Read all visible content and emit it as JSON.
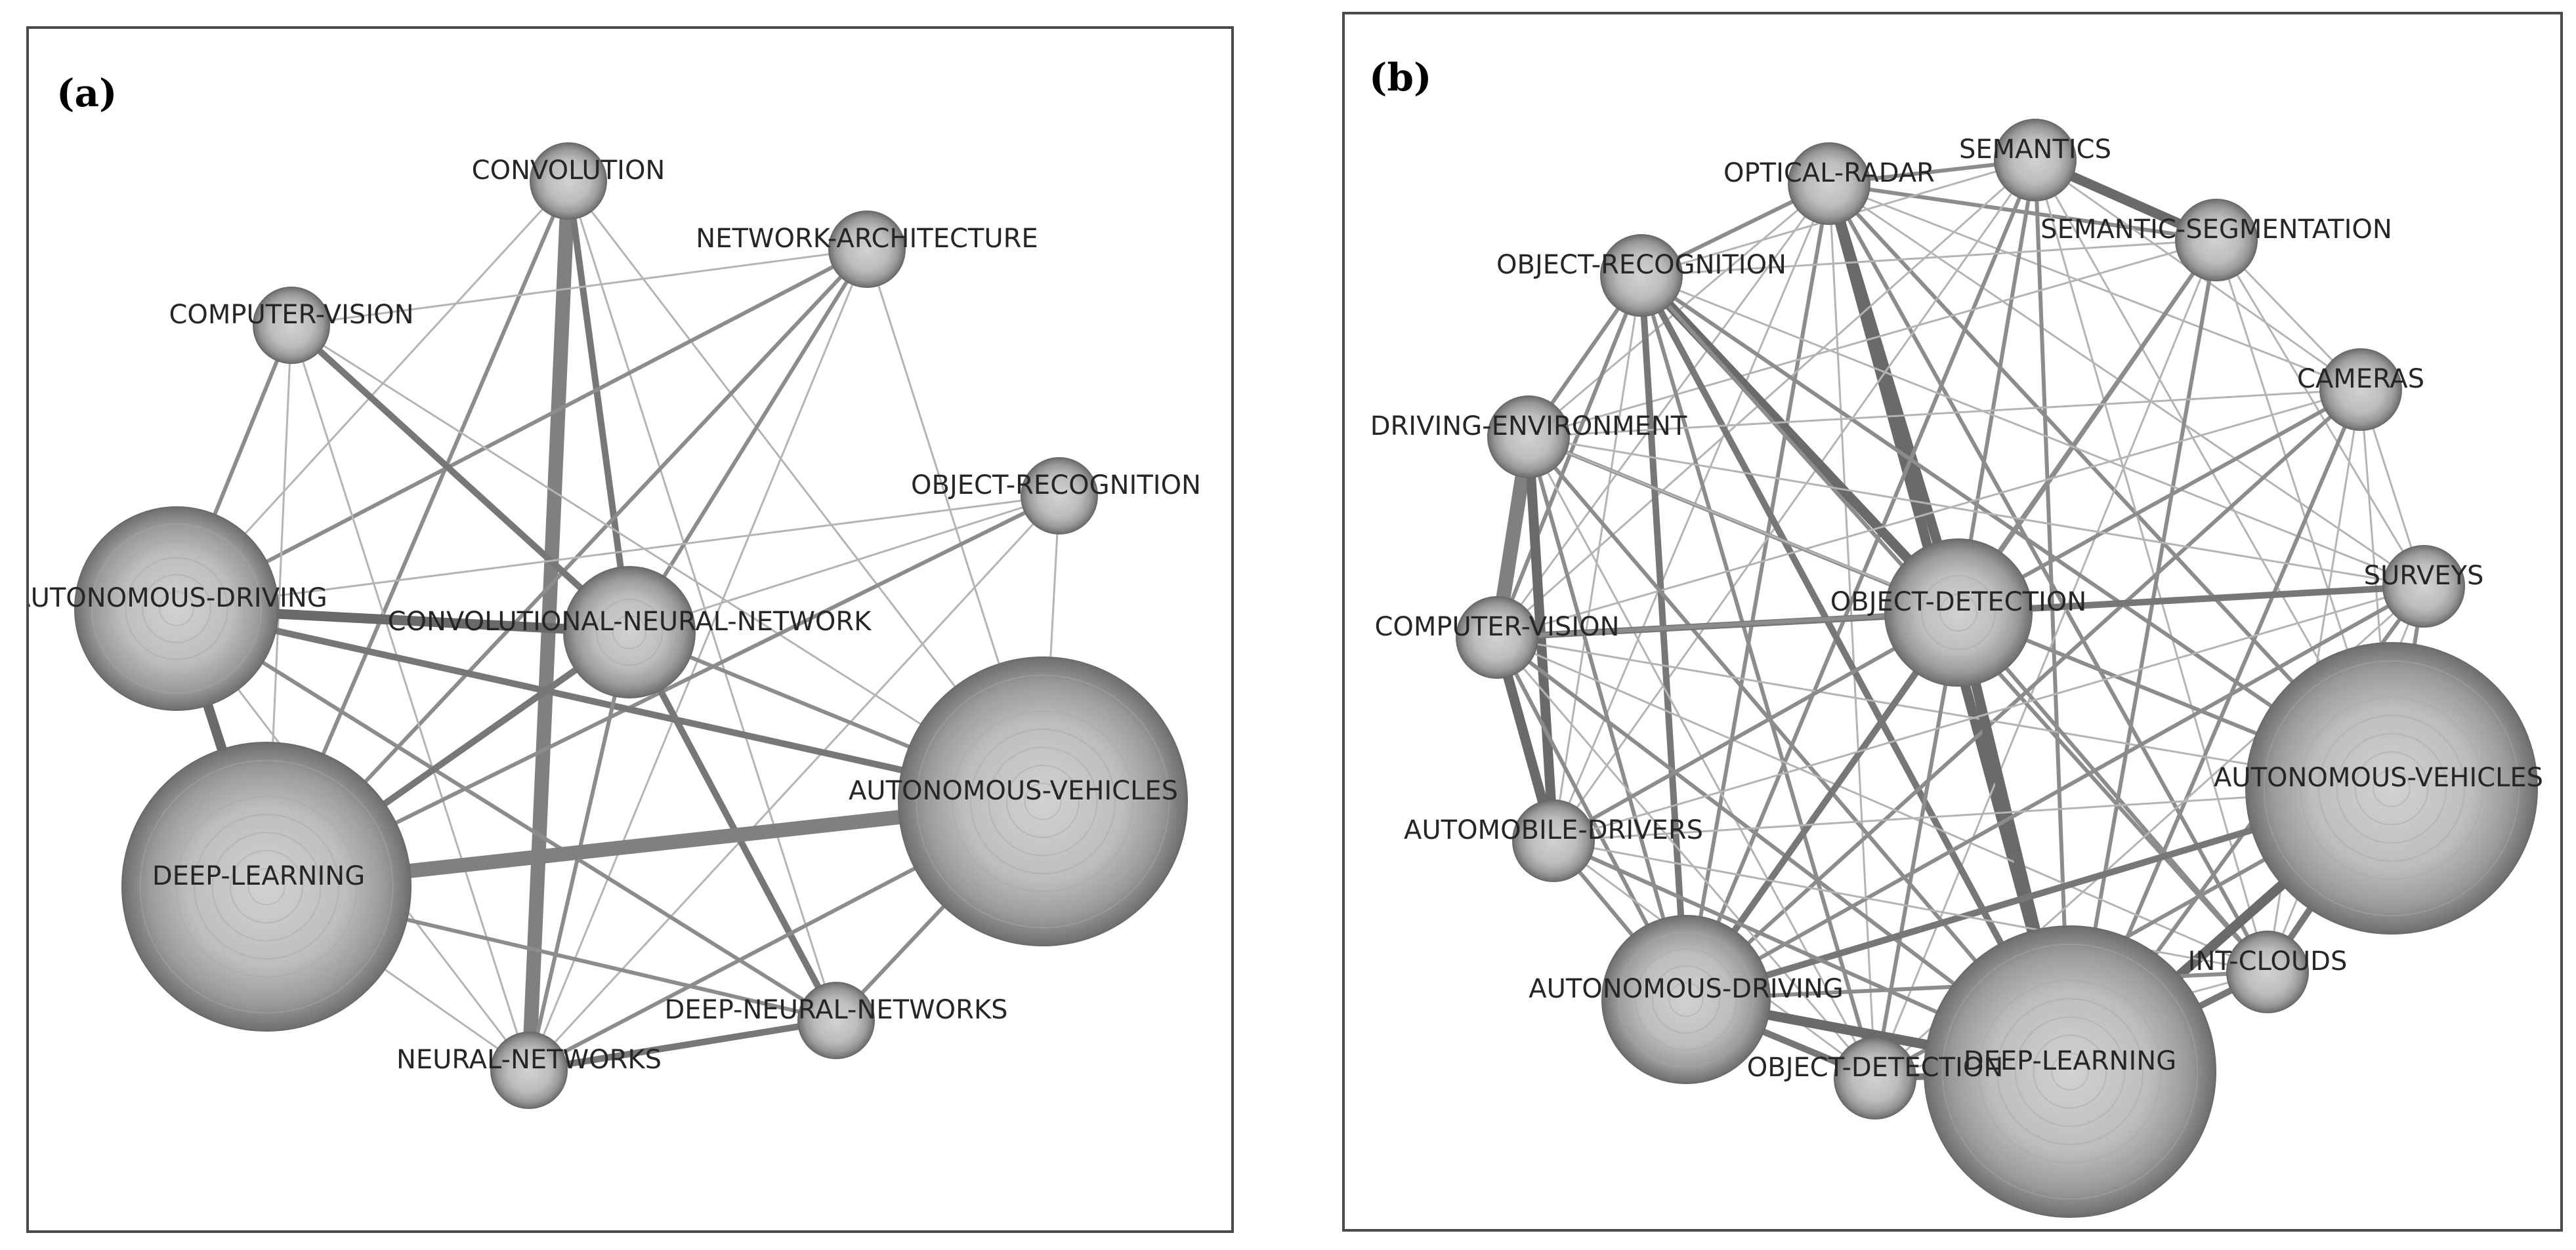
{
  "panels": [
    {
      "id": "a",
      "label": "(a)",
      "nodes": [
        {
          "key": "conv",
          "name": "CONVOLUTION",
          "weight": 1
        },
        {
          "key": "netarch",
          "name": "NETWORK-ARCHITECTURE",
          "weight": 1
        },
        {
          "key": "cv",
          "name": "COMPUTER-VISION",
          "weight": 1
        },
        {
          "key": "objrec",
          "name": "OBJECT-RECOGNITION",
          "weight": 1
        },
        {
          "key": "ad",
          "name": "AUTONOMOUS-DRIVING",
          "weight": 3
        },
        {
          "key": "cnn",
          "name": "CONVOLUTIONAL-NEURAL-NETWORK",
          "weight": 2
        },
        {
          "key": "av",
          "name": "AUTONOMOUS-VEHICLES",
          "weight": 5
        },
        {
          "key": "dl",
          "name": "DEEP-LEARNING",
          "weight": 5
        },
        {
          "key": "dnn",
          "name": "DEEP-NEURAL-NETWORKS",
          "weight": 1
        },
        {
          "key": "nn",
          "name": "NEURAL-NETWORKS",
          "weight": 1
        }
      ],
      "edges": [
        [
          "conv",
          "nn",
          5
        ],
        [
          "conv",
          "cnn",
          3
        ],
        [
          "conv",
          "dl",
          2
        ],
        [
          "conv",
          "ad",
          1
        ],
        [
          "conv",
          "av",
          1
        ],
        [
          "conv",
          "dnn",
          1
        ],
        [
          "netarch",
          "ad",
          2
        ],
        [
          "netarch",
          "dl",
          2
        ],
        [
          "netarch",
          "cnn",
          2
        ],
        [
          "netarch",
          "av",
          1
        ],
        [
          "netarch",
          "nn",
          1
        ],
        [
          "cv",
          "ad",
          2
        ],
        [
          "cv",
          "cnn",
          3
        ],
        [
          "cv",
          "dl",
          1
        ],
        [
          "cv",
          "av",
          1
        ],
        [
          "cv",
          "nn",
          1
        ],
        [
          "cv",
          "netarch",
          1
        ],
        [
          "objrec",
          "ad",
          1
        ],
        [
          "objrec",
          "av",
          1
        ],
        [
          "objrec",
          "dl",
          2
        ],
        [
          "objrec",
          "cnn",
          1
        ],
        [
          "objrec",
          "nn",
          1
        ],
        [
          "ad",
          "dl",
          4
        ],
        [
          "ad",
          "cnn",
          4
        ],
        [
          "ad",
          "av",
          3
        ],
        [
          "ad",
          "dnn",
          2
        ],
        [
          "ad",
          "nn",
          1
        ],
        [
          "cnn",
          "dl",
          3
        ],
        [
          "cnn",
          "dnn",
          3
        ],
        [
          "cnn",
          "nn",
          2
        ],
        [
          "cnn",
          "av",
          2
        ],
        [
          "dl",
          "av",
          5
        ],
        [
          "dl",
          "dnn",
          2
        ],
        [
          "dl",
          "nn",
          1
        ],
        [
          "av",
          "nn",
          2
        ],
        [
          "av",
          "dnn",
          2
        ],
        [
          "dnn",
          "nn",
          3
        ]
      ]
    },
    {
      "id": "b",
      "label": "(b)",
      "nodes": [
        {
          "key": "optical",
          "name": "OPTICAL-RADAR",
          "weight": 1
        },
        {
          "key": "sem",
          "name": "SEMANTICS",
          "weight": 1
        },
        {
          "key": "semseg",
          "name": "SEMANTIC-SEGMENTATION",
          "weight": 1
        },
        {
          "key": "objrec",
          "name": "OBJECT-RECOGNITION",
          "weight": 1
        },
        {
          "key": "cameras",
          "name": "CAMERAS",
          "weight": 1
        },
        {
          "key": "drivenv",
          "name": "DRIVING-ENVIRONMENT",
          "weight": 1
        },
        {
          "key": "cv",
          "name": "COMPUTER-VISION",
          "weight": 1
        },
        {
          "key": "objdet1",
          "name": "OBJECT-DETECTION",
          "weight": 2
        },
        {
          "key": "surveys",
          "name": "SURVEYS",
          "weight": 1
        },
        {
          "key": "av",
          "name": "AUTONOMOUS-VEHICLES",
          "weight": 5
        },
        {
          "key": "autodrv",
          "name": "AUTOMOBILE-DRIVERS",
          "weight": 1
        },
        {
          "key": "pc",
          "name": "INT-CLOUDS",
          "weight": 1
        },
        {
          "key": "ad",
          "name": "AUTONOMOUS-DRIVING",
          "weight": 3
        },
        {
          "key": "objdet2",
          "name": "OBJECT-DETECTION",
          "weight": 1
        },
        {
          "key": "dl",
          "name": "DEEP-LEARNING",
          "weight": 5
        }
      ],
      "edges": [
        [
          "optical",
          "objdet1",
          4
        ],
        [
          "optical",
          "dl",
          4
        ],
        [
          "optical",
          "ad",
          2
        ],
        [
          "optical",
          "av",
          2
        ],
        [
          "optical",
          "objrec",
          2
        ],
        [
          "optical",
          "sem",
          2
        ],
        [
          "optical",
          "semseg",
          2
        ],
        [
          "optical",
          "cameras",
          1
        ],
        [
          "optical",
          "cv",
          1
        ],
        [
          "optical",
          "pc",
          2
        ],
        [
          "optical",
          "objdet2",
          1
        ],
        [
          "optical",
          "drivenv",
          1
        ],
        [
          "optical",
          "autodrv",
          1
        ],
        [
          "optical",
          "surveys",
          1
        ],
        [
          "sem",
          "semseg",
          4
        ],
        [
          "sem",
          "objdet1",
          2
        ],
        [
          "sem",
          "dl",
          2
        ],
        [
          "sem",
          "ad",
          2
        ],
        [
          "sem",
          "av",
          1
        ],
        [
          "sem",
          "objrec",
          1
        ],
        [
          "sem",
          "cv",
          1
        ],
        [
          "sem",
          "autodrv",
          1
        ],
        [
          "sem",
          "pc",
          1
        ],
        [
          "sem",
          "cameras",
          1
        ],
        [
          "semseg",
          "objdet1",
          2
        ],
        [
          "semseg",
          "dl",
          2
        ],
        [
          "semseg",
          "ad",
          2
        ],
        [
          "semseg",
          "av",
          1
        ],
        [
          "semseg",
          "cameras",
          1
        ],
        [
          "semseg",
          "objrec",
          1
        ],
        [
          "semseg",
          "drivenv",
          1
        ],
        [
          "semseg",
          "objdet2",
          1
        ],
        [
          "semseg",
          "surveys",
          1
        ],
        [
          "objrec",
          "objdet1",
          4
        ],
        [
          "objrec",
          "dl",
          3
        ],
        [
          "objrec",
          "ad",
          3
        ],
        [
          "objrec",
          "av",
          2
        ],
        [
          "objrec",
          "drivenv",
          2
        ],
        [
          "objrec",
          "cv",
          2
        ],
        [
          "objrec",
          "autodrv",
          1
        ],
        [
          "objrec",
          "objdet2",
          2
        ],
        [
          "objrec",
          "pc",
          2
        ],
        [
          "objrec",
          "surveys",
          1
        ],
        [
          "cameras",
          "objdet1",
          2
        ],
        [
          "cameras",
          "dl",
          2
        ],
        [
          "cameras",
          "ad",
          2
        ],
        [
          "cameras",
          "av",
          1
        ],
        [
          "cameras",
          "cv",
          1
        ],
        [
          "cameras",
          "surveys",
          1
        ],
        [
          "cameras",
          "pc",
          1
        ],
        [
          "cameras",
          "drivenv",
          1
        ],
        [
          "drivenv",
          "cv",
          5
        ],
        [
          "drivenv",
          "autodrv",
          4
        ],
        [
          "drivenv",
          "objdet1",
          2
        ],
        [
          "drivenv",
          "ad",
          2
        ],
        [
          "drivenv",
          "dl",
          2
        ],
        [
          "drivenv",
          "av",
          1
        ],
        [
          "drivenv",
          "objdet2",
          1
        ],
        [
          "drivenv",
          "surveys",
          1
        ],
        [
          "cv",
          "objdet1",
          3
        ],
        [
          "cv",
          "autodrv",
          4
        ],
        [
          "cv",
          "ad",
          2
        ],
        [
          "cv",
          "dl",
          2
        ],
        [
          "cv",
          "av",
          1
        ],
        [
          "cv",
          "objdet2",
          1
        ],
        [
          "cv",
          "surveys",
          2
        ],
        [
          "cv",
          "pc",
          1
        ],
        [
          "objdet1",
          "dl",
          4
        ],
        [
          "objdet1",
          "ad",
          3
        ],
        [
          "objdet1",
          "av",
          2
        ],
        [
          "objdet1",
          "surveys",
          3
        ],
        [
          "objdet1",
          "pc",
          2
        ],
        [
          "objdet1",
          "objdet2",
          2
        ],
        [
          "objdet1",
          "autodrv",
          2
        ],
        [
          "surveys",
          "av",
          2
        ],
        [
          "surveys",
          "dl",
          2
        ],
        [
          "surveys",
          "ad",
          2
        ],
        [
          "surveys",
          "pc",
          1
        ],
        [
          "surveys",
          "objdet2",
          1
        ],
        [
          "surveys",
          "autodrv",
          1
        ],
        [
          "av",
          "dl",
          4
        ],
        [
          "av",
          "ad",
          3
        ],
        [
          "av",
          "pc",
          3
        ],
        [
          "av",
          "objdet2",
          2
        ],
        [
          "av",
          "autodrv",
          1
        ],
        [
          "autodrv",
          "ad",
          2
        ],
        [
          "autodrv",
          "dl",
          2
        ],
        [
          "autodrv",
          "objdet2",
          1
        ],
        [
          "autodrv",
          "pc",
          1
        ],
        [
          "pc",
          "dl",
          3
        ],
        [
          "pc",
          "ad",
          2
        ],
        [
          "pc",
          "objdet2",
          1
        ],
        [
          "ad",
          "dl",
          4
        ],
        [
          "ad",
          "objdet2",
          3
        ],
        [
          "objdet2",
          "dl",
          3
        ]
      ]
    }
  ]
}
